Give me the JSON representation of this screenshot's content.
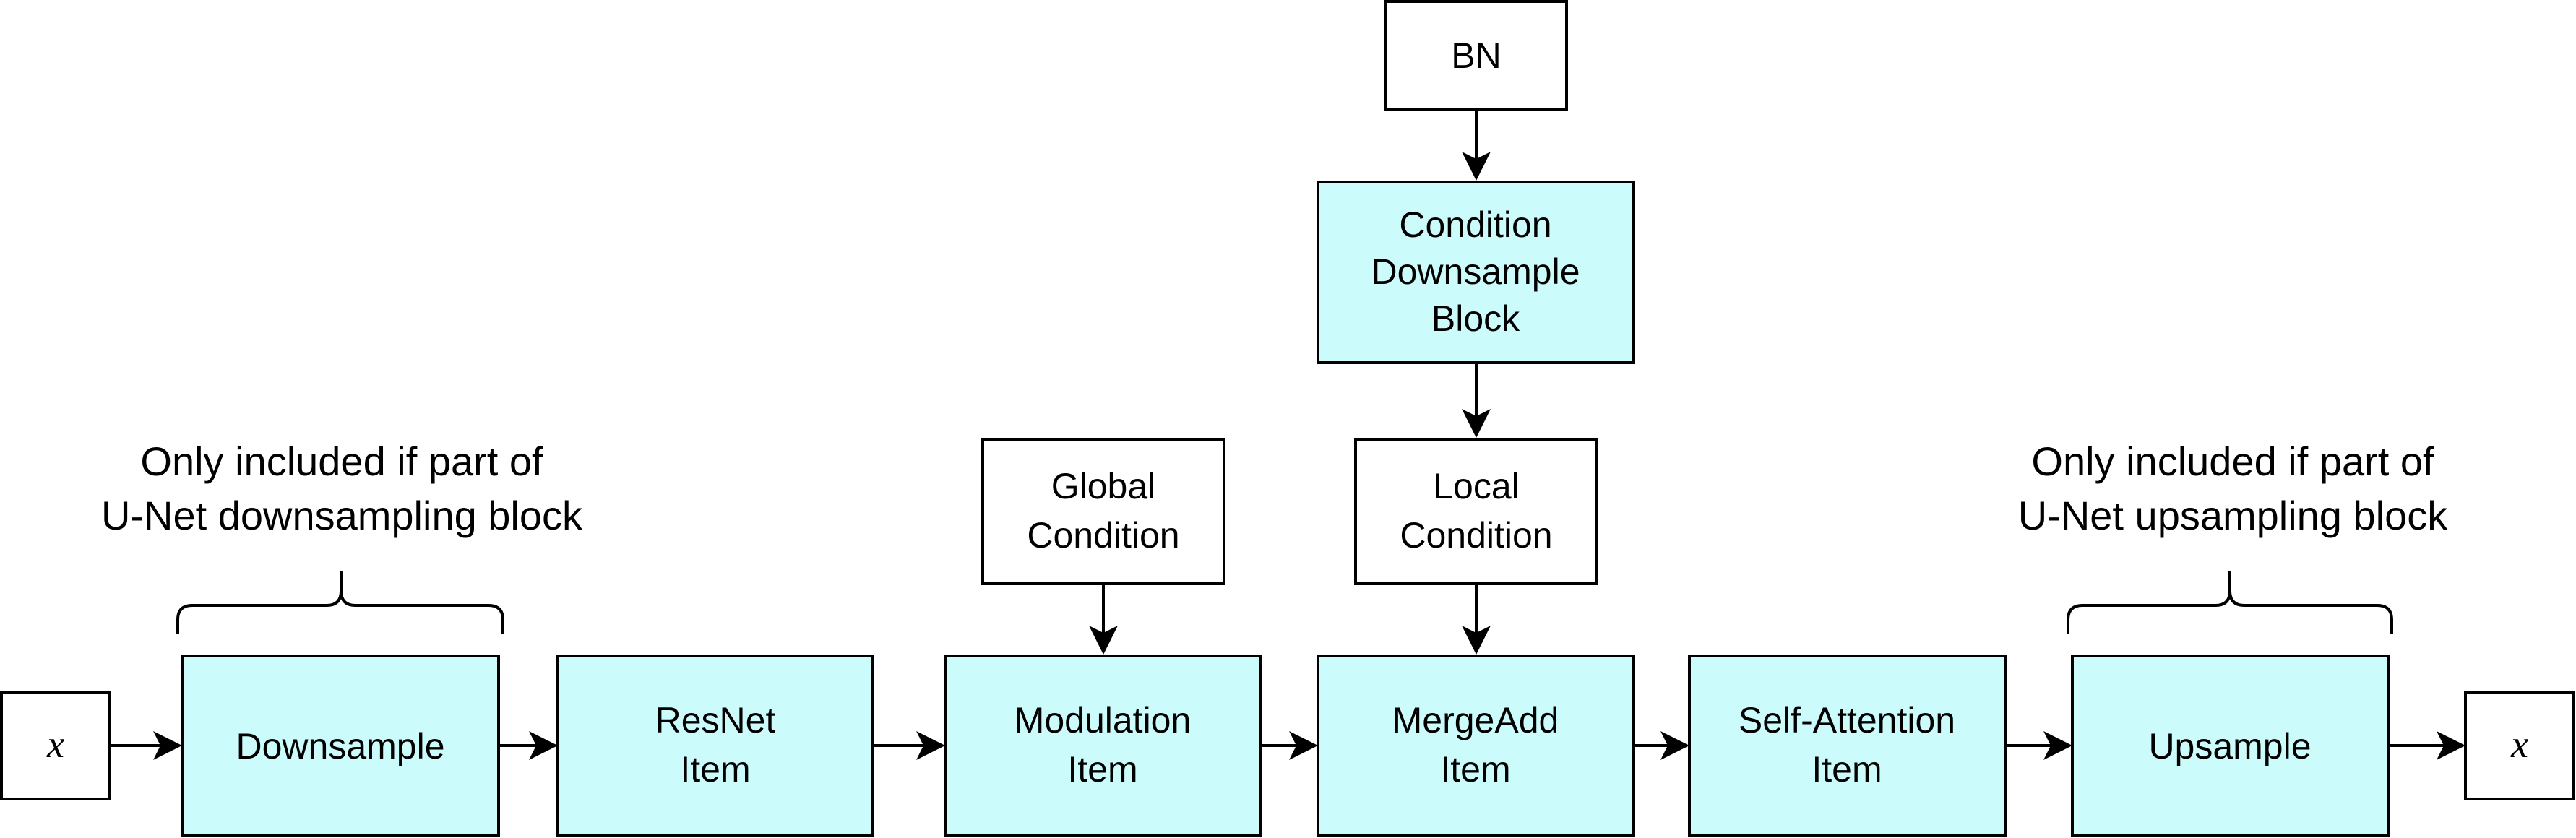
{
  "nodes": {
    "input_x": [
      "x"
    ],
    "downsample": [
      "Downsample"
    ],
    "resnet": [
      "ResNet",
      "Item"
    ],
    "modulation": [
      "Modulation",
      "Item"
    ],
    "mergeadd": [
      "MergeAdd",
      "Item"
    ],
    "self_attention": [
      "Self-Attention",
      "Item"
    ],
    "upsample": [
      "Upsample"
    ],
    "output_x": [
      "x"
    ],
    "global_condition": [
      "Global",
      "Condition"
    ],
    "local_condition": [
      "Local",
      "Condition"
    ],
    "condition_downsample": [
      "Condition",
      "Downsample",
      "Block"
    ],
    "bn": [
      "BN"
    ]
  },
  "notes": {
    "down": [
      "Only included if part of",
      "U-Net downsampling block"
    ],
    "up": [
      "Only included if part of",
      "U-Net upsampling block"
    ]
  }
}
